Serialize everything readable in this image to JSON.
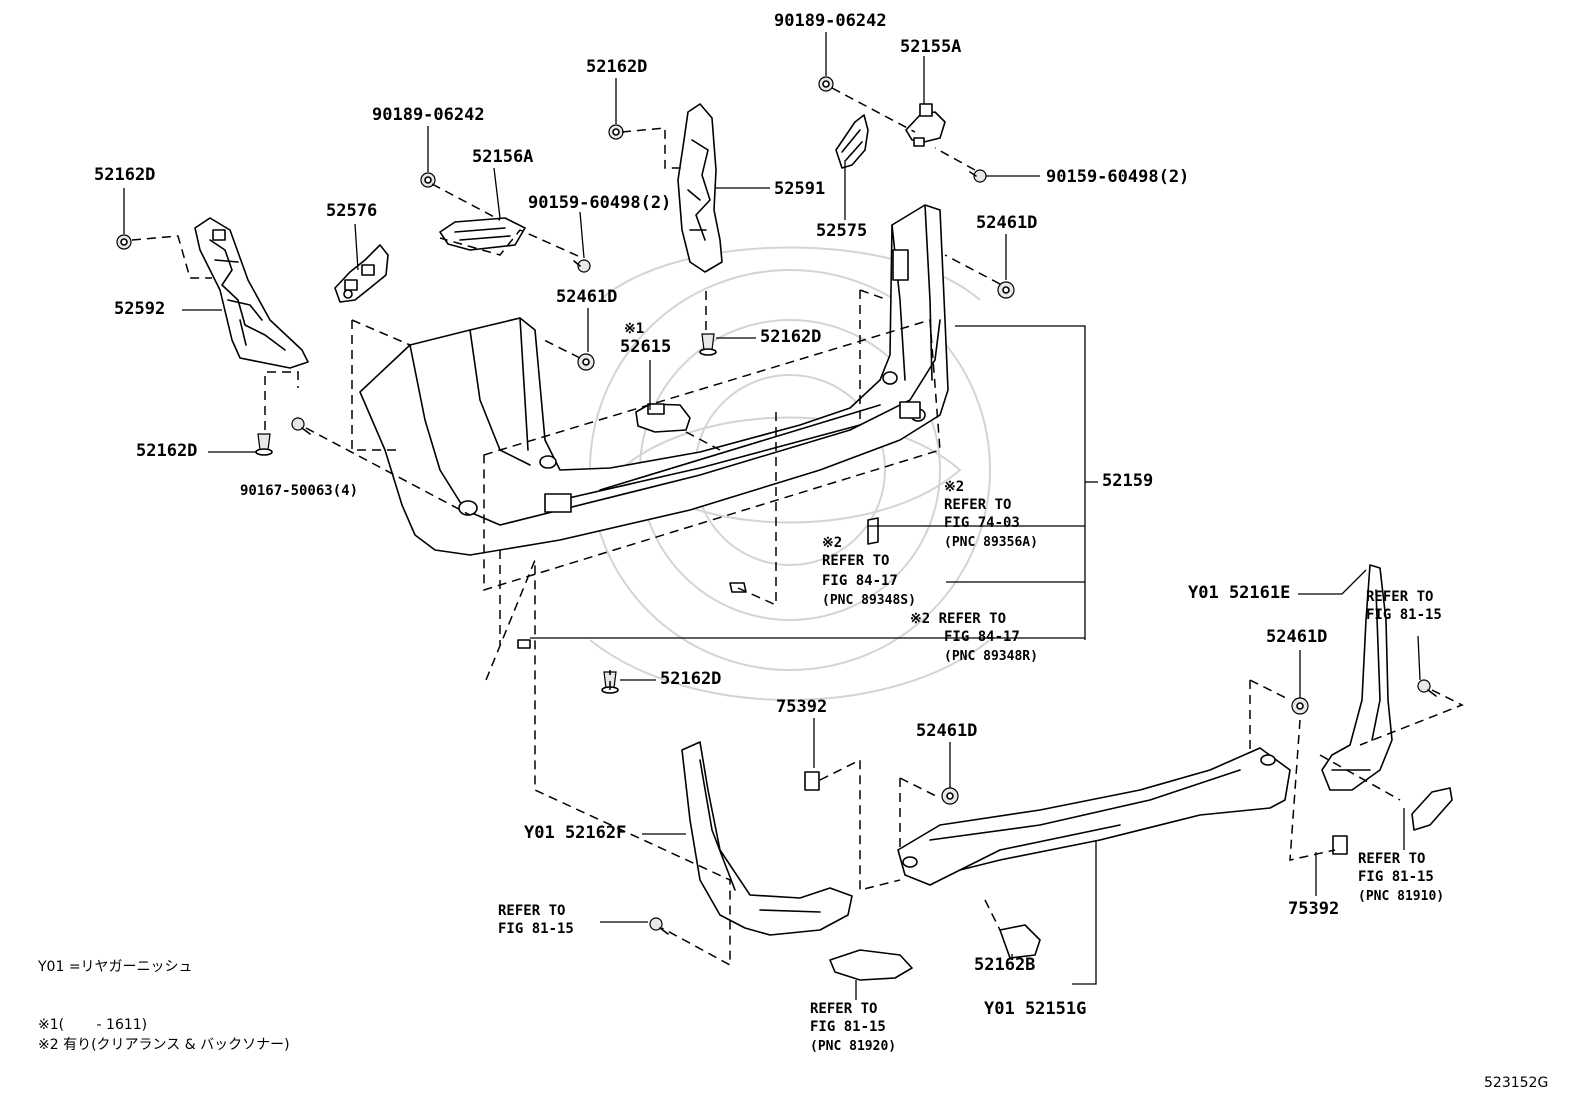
{
  "parts": {
    "p_52162D_a": "52162D",
    "p_90189_a": "90189-06242",
    "p_52162D_b": "52162D",
    "p_90189_b": "90189-06242",
    "p_52155A": "52155A",
    "p_52156A": "52156A",
    "p_90159_a": "90159-60498(2)",
    "p_52576": "52576",
    "p_52591": "52591",
    "p_52575": "52575",
    "p_52461D_a": "52461D",
    "p_90159_b": "90159-60498(2)",
    "p_52592": "52592",
    "p_52461D_b": "52461D",
    "p_52615_mark": "※1",
    "p_52615": "52615",
    "p_52162D_c": "52162D",
    "p_52162D_d": "52162D",
    "p_90167": "90167-50063(4)",
    "p_52159": "52159",
    "p_52162D_e": "52162D",
    "p_y01_52161E": "Y01 52161E",
    "p_52461D_c": "52461D",
    "p_75392_a": "75392",
    "p_52461D_d": "52461D",
    "p_y01_52162F": "Y01 52162F",
    "p_75392_b": "75392",
    "p_52162B": "52162B",
    "p_y01_52151G": "Y01 52151G"
  },
  "references": {
    "r1_l1": "※2",
    "r1_l2": "REFER TO",
    "r1_l3": "FIG 74-03",
    "r1_l4": "(PNC 89356A)",
    "r2_l1": "※2",
    "r2_l2": "REFER TO",
    "r2_l3": "FIG 84-17",
    "r2_l4": "(PNC 89348S)",
    "r3_l1": "※2 REFER TO",
    "r3_l2": "FIG 84-17",
    "r3_l3": "(PNC 89348R)",
    "r4_l1": "REFER TO",
    "r4_l2": "FIG 81-15",
    "r5_l1": "REFER TO",
    "r5_l2": "FIG 81-15",
    "r5_l3": "(PNC 81910)",
    "r6_l1": "REFER TO",
    "r6_l2": "FIG 81-15",
    "r7_l1": "REFER TO",
    "r7_l2": "FIG 81-15",
    "r7_l3": "(PNC 81920)"
  },
  "legend": {
    "y01": "Y01 =リヤガーニッシュ",
    "note1": "※1(　　 - 1611)",
    "note2": "※2 有り(クリアランス & バックソナー)"
  },
  "figure_id": "523152G",
  "colors": {
    "line": "#000000",
    "background": "#ffffff",
    "watermark": "#d4d4d4"
  }
}
